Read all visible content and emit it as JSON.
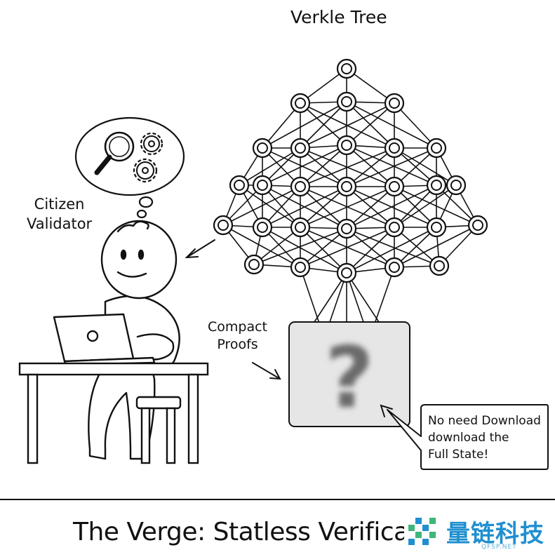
{
  "diagram": {
    "tree_title": "Verkle Tree",
    "citizen_line1": "Citizen",
    "citizen_line2": "Validator",
    "compact_line1": "Compact",
    "compact_line2": "Proofs",
    "question_mark": "?",
    "callout_line1": "No need Download",
    "callout_line2": "download the",
    "callout_line3": "Full State!",
    "footer_title": "The Verge: Statless Verificat"
  },
  "watermark": {
    "chinese": "量链科技",
    "english": "QFSP.NET"
  },
  "colors": {
    "ink": "#111111",
    "box_fill": "#e6e6e6",
    "question_fill": "#6a6a6a",
    "watermark_blue": "#1f8fcf",
    "watermark_green": "#3fb67a"
  },
  "icons": [
    "magnifier-icon",
    "gear-icon",
    "laptop-icon"
  ]
}
